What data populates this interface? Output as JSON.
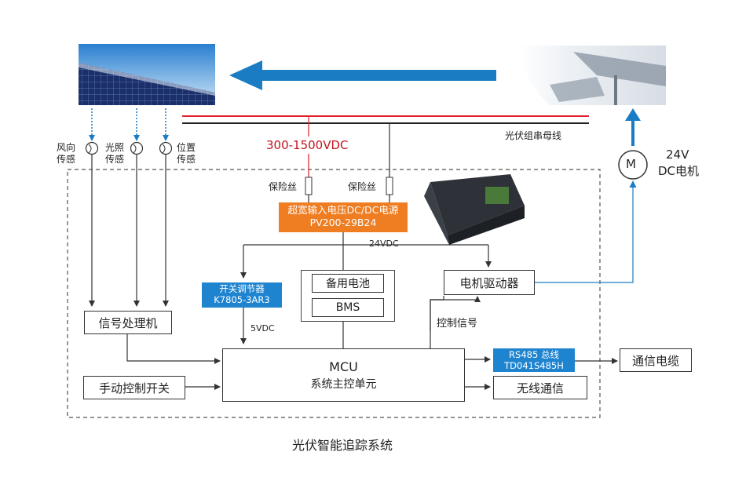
{
  "sensors": [
    {
      "line1": "风向",
      "line2": "传感"
    },
    {
      "line1": "光照",
      "line2": "传感"
    },
    {
      "line1": "位置",
      "line2": "传感"
    }
  ],
  "bus_label": "光伏组串母线",
  "voltage_label": "300-1500VDC",
  "fuse_label": "保险丝",
  "dcdc": {
    "line1": "超宽输入电压DC/DC电源",
    "line2": "PV200-29B24"
  },
  "vdc24": "24VDC",
  "motor_symbol": "M",
  "motor_label": {
    "line1": "24V",
    "line2": "DC电机"
  },
  "regulator": {
    "line1": "开关调节器",
    "line2": "K7805-3AR3"
  },
  "vdc5": "5VDC",
  "battery": "备用电池",
  "bms": "BMS",
  "motor_driver": "电机驱动器",
  "control_signal": "控制信号",
  "signal_processor": "信号处理机",
  "manual_switch": "手动控制开关",
  "mcu": {
    "line1": "MCU",
    "line2": "系统主控单元"
  },
  "rs485": {
    "line1": "RS485 总线",
    "line2": "TD041S485H"
  },
  "wireless": "无线通信",
  "comm_cable": "通信电缆",
  "caption": "光伏智能追踪系统",
  "colors": {
    "blue": "#1f84d0",
    "orange": "#ef7d22",
    "red": "#e0202a",
    "arrow_blue": "#1a7dc4"
  }
}
